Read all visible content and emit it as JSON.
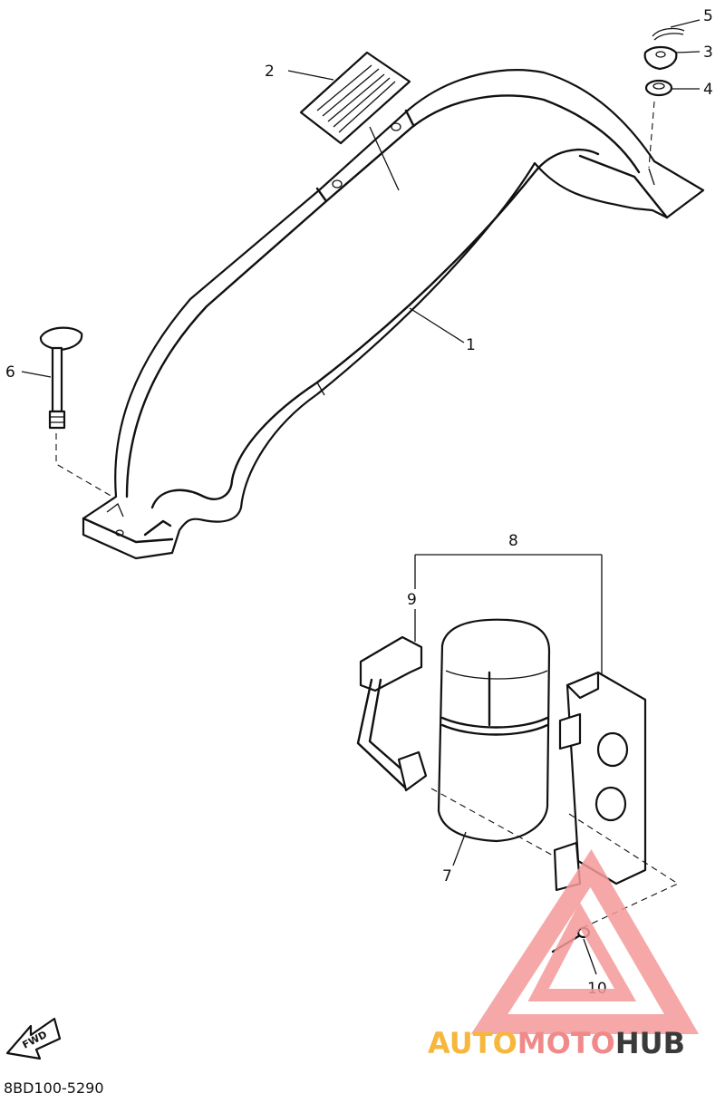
{
  "diagram": {
    "callouts": [
      {
        "id": "1",
        "text": "1"
      },
      {
        "id": "2",
        "text": "2"
      },
      {
        "id": "3",
        "text": "3"
      },
      {
        "id": "4",
        "text": "4"
      },
      {
        "id": "5",
        "text": "5"
      },
      {
        "id": "6",
        "text": "6"
      },
      {
        "id": "7",
        "text": "7"
      },
      {
        "id": "8",
        "text": "8"
      },
      {
        "id": "9",
        "text": "9"
      },
      {
        "id": "10",
        "text": "10"
      }
    ],
    "fwd_label": "FWD",
    "drawing_code": "8BD100-5290"
  },
  "watermark": {
    "text": "AUTOMOTOHUB",
    "segments": [
      "AUTO",
      "MOTO",
      "HUB"
    ],
    "colors": {
      "auto": "#f6b73c",
      "moto": "#f08a8a",
      "hub": "#3a3a3a",
      "triangle": "#f59a9a"
    }
  }
}
